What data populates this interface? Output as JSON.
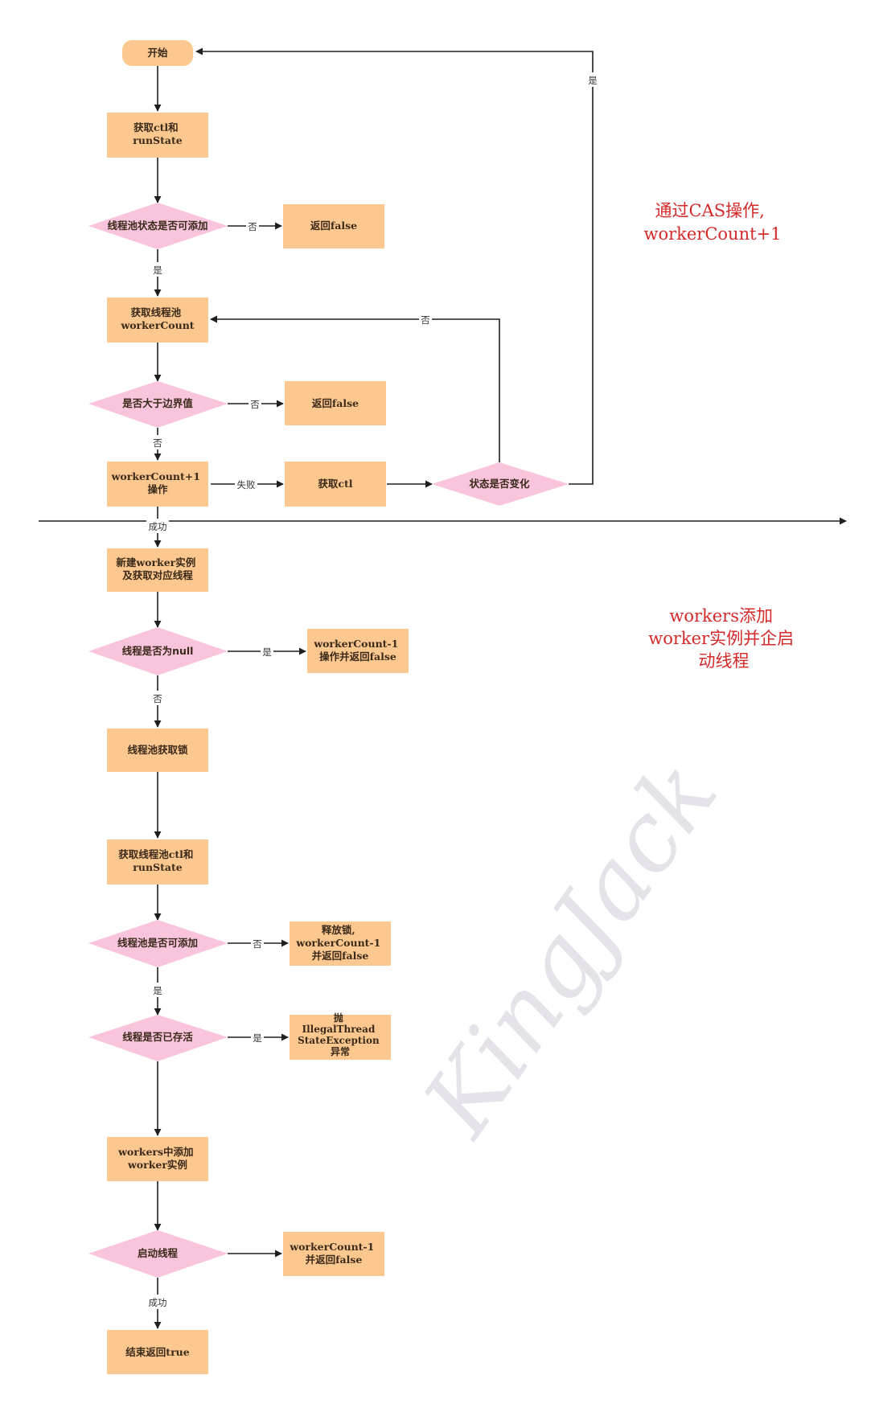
{
  "colors": {
    "process_fill": "#fdc88f",
    "decision_fill": "#f9c4dc",
    "start_fill": "#fdc88f",
    "edge": "#1f1f1f",
    "note": "#d42a2a",
    "watermark": "#e6e2ea"
  },
  "nodes": {
    "start": "开始",
    "get_ctl_runstate": [
      "获取ctl和",
      "runState"
    ],
    "can_add_check": "线程池状态是否可添加",
    "return_false_1": "返回false",
    "get_worker_count": [
      "获取线程池",
      "workerCount"
    ],
    "exceed_bound": "是否大于边界值",
    "return_false_2": "返回false",
    "worker_count_inc": [
      "workerCount+1",
      "操作"
    ],
    "get_ctl": "获取ctl",
    "state_changed": "状态是否变化",
    "new_worker": [
      "新建worker实例",
      "及获取对应线程"
    ],
    "thread_null": "线程是否为null",
    "dec_return_false": [
      "workerCount-1",
      "操作并返回false"
    ],
    "acquire_lock": "线程池获取锁",
    "get_pool_ctl_runstate": [
      "获取线程池ctl和",
      "runState"
    ],
    "pool_can_add": "线程池是否可添加",
    "release_lock": [
      "释放锁,",
      "workerCount-1",
      "并返回false"
    ],
    "thread_alive": "线程是否已存活",
    "throw_exception": [
      "抛",
      "IllegalThread",
      "StateException",
      "异常"
    ],
    "add_worker": [
      "workers中添加",
      "worker实例"
    ],
    "start_thread": "启动线程",
    "dec_return_false_2": [
      "workerCount-1",
      "并返回false"
    ],
    "end_true": "结束返回true"
  },
  "edge_labels": {
    "no": "否",
    "yes": "是",
    "fail": "失败",
    "success": "成功"
  },
  "notes": {
    "cas": [
      "通过CAS操作,",
      "workerCount+1"
    ],
    "workers": [
      "workers添加",
      "worker实例并企启",
      "动线程"
    ]
  },
  "watermark": "KingJack"
}
